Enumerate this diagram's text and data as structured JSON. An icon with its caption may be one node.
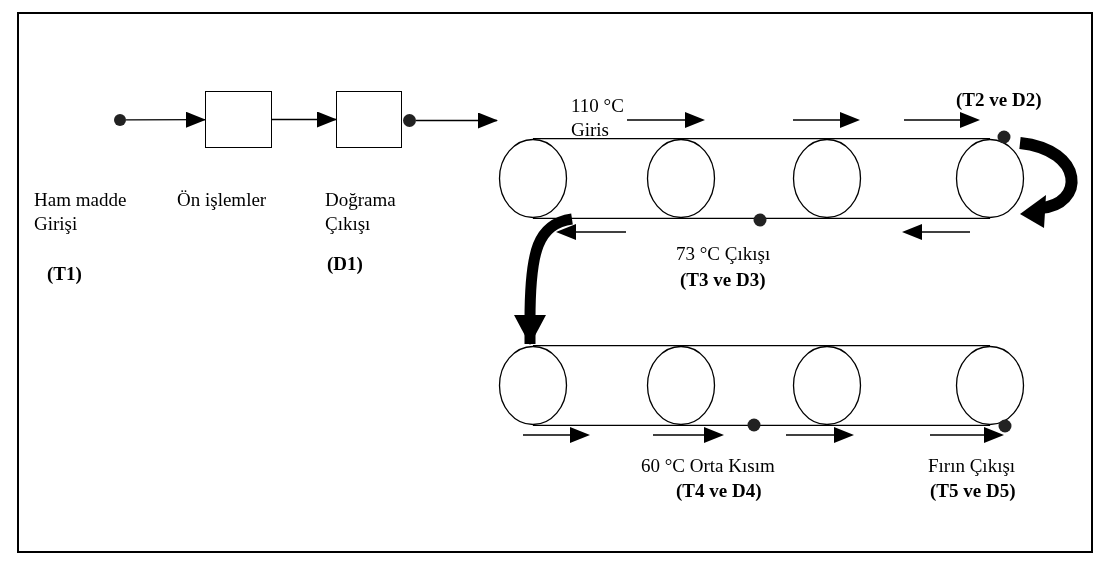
{
  "diagram": {
    "nodes": [
      {
        "text": [],
        "shape": "circle"
      },
      {
        "text": [],
        "shape": "box"
      },
      {
        "text": [],
        "shape": "box"
      },
      {
        "text": [],
        "shape": "circle"
      },
      {
        "text": [],
        "shape": "conveyor"
      },
      {
        "text": [],
        "shape": "conveyor"
      }
    ],
    "edges": [
      {
        "from": 0,
        "to": 1,
        "arrow": "to"
      },
      {
        "from": 1,
        "to": 2,
        "arrow": "to"
      },
      {
        "from": 3,
        "to": 4,
        "arrow": "to"
      },
      {
        "from": 4,
        "to": 5,
        "arrow": "to",
        "style": "thick"
      }
    ],
    "labels": [
      "110 °C Giris",
      "(T2 ve D2)",
      "Ham madde Girişi",
      "Ön işlemler",
      "Doğrama Çıkışı",
      "(T1)",
      "(D1)",
      "73 °C Çıkışı",
      "(T3 ve D3)",
      "60 °C Orta Kısım",
      "(T4 ve D4)",
      "Fırın Çıkışı",
      "(T5 ve D5)"
    ]
  }
}
